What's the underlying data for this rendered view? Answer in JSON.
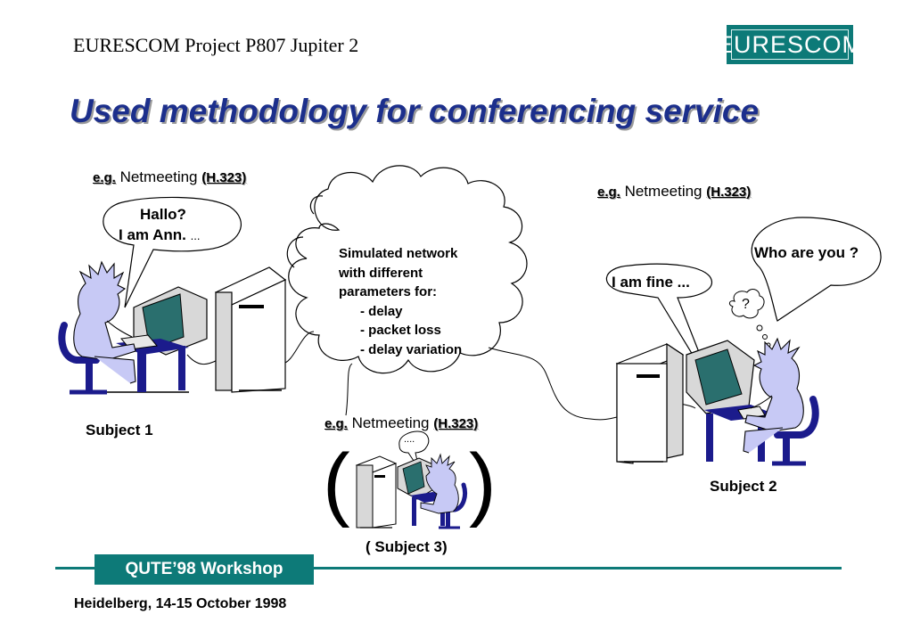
{
  "header": {
    "title": "EURESCOM Project P807 Jupiter 2",
    "logo_text": "EURESCOM"
  },
  "slide": {
    "title": "Used methodology for conferencing service"
  },
  "left": {
    "eg": "e.g.",
    "app": "Netmeeting",
    "protocol": "(H.323)",
    "bubble_line1": "Hallo?",
    "bubble_line2": "I am Ann.",
    "bubble_ellipsis": "...",
    "subject": "Subject 1"
  },
  "right": {
    "eg": "e.g.",
    "app": "Netmeeting",
    "protocol": "(H.323)",
    "bubble_who": "Who are you ?",
    "bubble_fine": "I am fine ...",
    "thought": "?",
    "subject": "Subject 2"
  },
  "center": {
    "eg": "e.g.",
    "app": "Netmeeting",
    "protocol": "(H.323)",
    "small_bubble": "....",
    "paren_open": "(",
    "paren_close": ")",
    "subject": "( Subject 3)"
  },
  "cloud": {
    "line1": "Simulated network",
    "line2": "with different",
    "line3": "parameters for:",
    "items": [
      "- delay",
      "- packet loss",
      "- delay variation"
    ]
  },
  "footer": {
    "workshop": "QUTE’98 Workshop",
    "place_date": "Heidelberg, 14-15 October 1998"
  },
  "colors": {
    "teal": "#0d7a78",
    "title_blue": "#1c2f8c",
    "figure_fill": "#c7c9f5",
    "navy": "#1b1b8c",
    "screen_teal": "#2a6f6e"
  }
}
